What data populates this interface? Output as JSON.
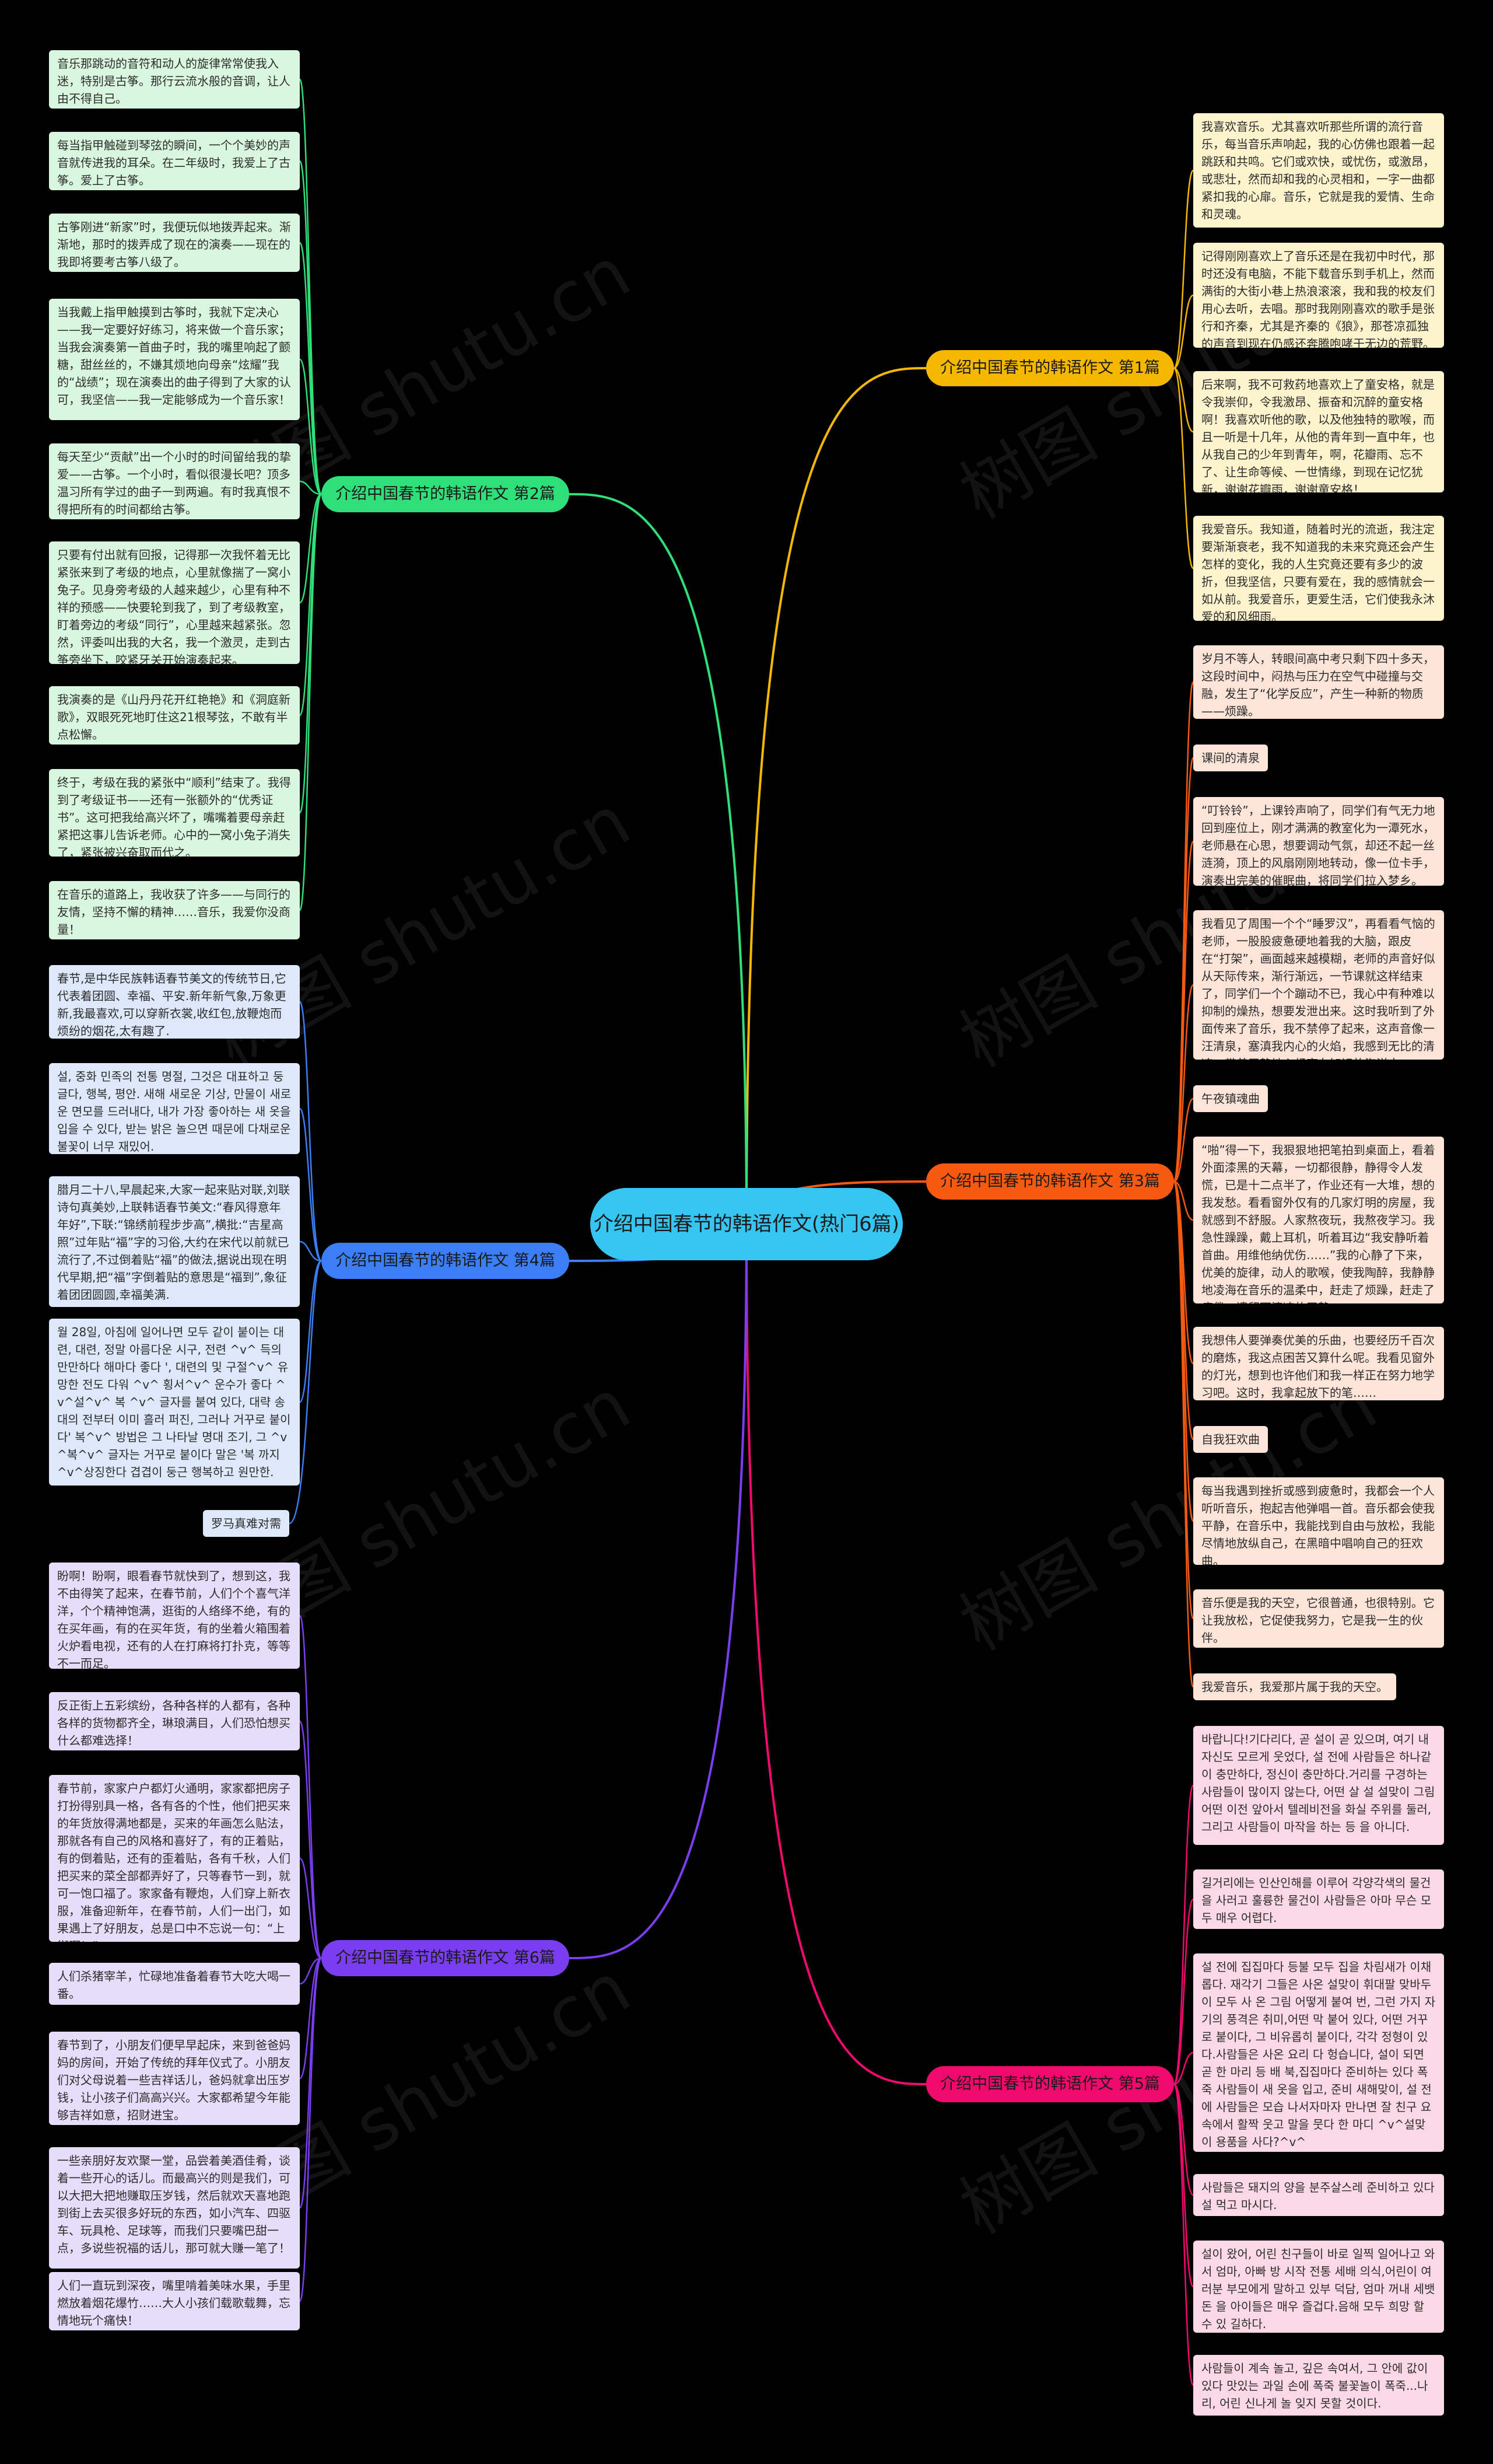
{
  "center": {
    "title": "介绍中国春节的韩语作文(热门6篇)"
  },
  "watermark": "树图 shutu.cn",
  "colors": {
    "center": "#36c5f0",
    "branch1": "#f5b800",
    "branch2": "#2fe07a",
    "branch3": "#f55a10",
    "branch4": "#3b7ef5",
    "branch5": "#f00a6e",
    "branch6": "#7a3df0"
  },
  "branches": [
    {
      "id": 1,
      "label": "介绍中国春节的韩语作文 第1篇",
      "side": "right",
      "color": "#f5b800",
      "leaves": [
        "我喜欢音乐。尤其喜欢听那些所谓的流行音乐，每当音乐声响起，我的心仿佛也跟着一起跳跃和共鸣。它们或欢快，或忧伤，或激昂，或悲壮，然而却和我的心灵相和，一字一曲都紧扣我的心扉。音乐，它就是我的爱情、生命和灵魂。",
        "记得刚刚喜欢上了音乐还是在我初中时代，那时还没有电脑，不能下载音乐到手机上，然而满街的大街小巷上热浪滚滚，我和我的校友们用心去听，去唱。那时我刚刚喜欢的歌手是张行和齐秦，尤其是齐秦的《狼》，那苍凉孤独的声音到现在仍感还奔腾咆哮于无边的荒野。",
        "后来啊，我不可救药地喜欢上了童安格，就是令我崇仰，令我激昂、振奋和沉醉的童安格啊！我喜欢听他的歌，以及他独特的歌喉，而且一听是十几年，从他的青年到一直中年，也从我自己的少年到青年，啊，花瓣雨、忘不了、让生命等候、一世情缘，到现在记忆犹新，谢谢花瓣雨，谢谢童安格！",
        "我爱音乐。我知道，随着时光的流逝，我注定要渐渐衰老，我不知道我的未来究竟还会产生怎样的变化，我的人生究竟还要有多少的波折，但我坚信，只要有爱在，我的感情就会一如从前。我爱音乐，更爱生活，它们使我永沐爱的和风细雨。"
      ]
    },
    {
      "id": 2,
      "label": "介绍中国春节的韩语作文 第2篇",
      "side": "left",
      "color": "#2fe07a",
      "leaves": [
        "音乐那跳动的音符和动人的旋律常常使我入迷，特别是古筝。那行云流水般的音调，让人由不得自己。",
        "每当指甲触碰到琴弦的瞬间，一个个美妙的声音就传进我的耳朵。在二年级时，我爱上了古筝。爱上了古筝。",
        "古筝刚进“新家”时，我便玩似地拨弄起来。渐渐地，那时的拨弄成了现在的演奏——现在的我即将要考古筝八级了。",
        "当我戴上指甲触摸到古筝时，我就下定决心——我一定要好好练习，将来做一个音乐家；当我会演奏第一首曲子时，我的嘴里响起了颤糖，甜丝丝的，不嫌其烦地向母亲“炫耀”我的“战绩”；现在演奏出的曲子得到了大家的认可，我坚信——我一定能够成为一个音乐家！",
        "每天至少“贡献”出一个小时的时间留给我的挚爱——古筝。一个小时，看似很漫长吧？顶多温习所有学过的曲子一到两遍。有时我真恨不得把所有的时间都给古筝。",
        "只要有付出就有回报，记得那一次我怀着无比紧张来到了考级的地点，心里就像揣了一窝小兔子。见身旁考级的人越来越少，心里有种不祥的预感——快要轮到我了，到了考级教室，盯着旁边的考级“同行”，心里越来越紧张。忽然，评委叫出我的大名，我一个激灵，走到古筝旁坐下，咬紧牙关开始演奏起来。",
        "我演奏的是《山丹丹花开红艳艳》和《洞庭新歌》，双眼死死地盯住这21根琴弦，不敢有半点松懈。",
        "终于，考级在我的紧张中“顺利”结束了。我得到了考级证书——还有一张额外的“优秀证书”。这可把我给高兴坏了，嘴嘴着要母亲赶紧把这事儿告诉老师。心中的一窝小兔子消失了，紧张被兴奋取而代之。",
        "在音乐的道路上，我收获了许多——与同行的友情，坚持不懈的精神……音乐，我爱你没商量！"
      ]
    },
    {
      "id": 3,
      "label": "介绍中国春节的韩语作文 第3篇",
      "side": "right",
      "color": "#f55a10",
      "leaves": [
        "岁月不等人，转眼间高中考只剩下四十多天，这段时间中，闷热与压力在空气中碰撞与交融，发生了“化学反应”，产生一种新的物质——烦躁。",
        "课间的清泉",
        "“叮铃铃”，上课铃声响了，同学们有气无力地回到座位上，刚才满满的教室化为一潭死水，老师悬在心思，想要调动气氛，却还不起一丝涟漪，顶上的风扇刚刚地转动，像一位卡手，演奏出完美的催眠曲，将同学们拉入梦乡。",
        "我看见了周围一个个“睡罗汉”，再看看气恼的老师，一股股疲惫硬地着我的大脑，跟皮在“打架”，画面越来越模糊，老师的声音好似从天际传来，渐行渐远，一节课就这样结束了，同学们一个个蹦动不已，我心中有种难以抑制的燥热，想要发泄出来。这时我听到了外面传来了音乐，我不禁停了起来，这声音像一汪清泉，塞滇我内心的火焰，我感到无比的清凉，带着平静地心畅享在知识的海洋中。",
        "午夜镇魂曲",
        "“啪”得一下，我狠狠地把笔拍到桌面上，看着外面漆黑的天幕，一切都很静，静得令人发慌，已是十二点半了，作业还有一大堆，想的我发愁。看看窗外仅有的几家灯明的房屋，我就感到不舒服。人家熬夜玩，我熬夜学习。我急性躁躁，戴上耳机，听着耳边“我安静听着首曲。用维他纳优伤……”我的心静了下来，优美的旋律，动人的歌喉，使我陶醉，我静静地凌海在音乐的温柔中，赶走了烦躁，赶走了疲倦，遗留下清凉的平静。",
        "我想伟人要弹奏优美的乐曲，也要经历千百次的磨炼，我这点困苦又算什么呢。我看见窗外的灯光，想到也许他们和我一样正在努力地学习吧。这时，我拿起放下的笔……",
        "自我狂欢曲",
        "每当我遇到挫折或感到疲惫时，我都会一个人听听音乐，抱起吉他弹唱一首。音乐都会使我平静，在音乐中，我能找到自由与放松，我能尽情地放纵自己，在黑暗中唱响自己的狂欢曲。",
        "音乐便是我的天空，它很普通，也很特别。它让我放松，它促使我努力，它是我一生的伙伴。",
        "我爱音乐，我爱那片属于我的天空。"
      ]
    },
    {
      "id": 4,
      "label": "介绍中国春节的韩语作文 第4篇",
      "side": "left",
      "color": "#3b7ef5",
      "leaves": [
        "春节,是中华民族韩语春节美文的传统节日,它代表着团圆、幸福、平安.新年新气象,万象更新,我最喜欢,可以穿新衣裳,收红包,放鞭炮而烦纷的烟花,太有趣了.",
        "설, 중화 민족의 전통 명절, 그것은 대표하고 둥글다, 행복, 평안. 새해 새로운 기상, 만물이 새로운 면모를 드러내다, 내가 가장 좋아하는 새 옷을 입을 수 있다, 받는 밝은 놀으면 때문에 다채로운 불꽃이 너무 재밌어.",
        "腊月二十八,早晨起来,大家一起来贴对联,刘联诗句真美妙,上联韩语春节美文:“春风得意年年好”,下联:“锦绣前程步步高”,横批:“吉星高照”过年贴“福”字的习俗,大约在宋代以前就已流行了,不过倒着贴“福”的做法,据说出现在明代早期,把“福”字倒着贴的意思是“福到”,象征着团团圆圆,幸福美满.",
        "월 28일, 아침에 일어나면 모두 같이 붙이는 대련, 대련, 정말 아름다운 시구, 전련 ^v^ 득의만만하다 해마다 좋다 ', 대련의 및 구절^v^ 유망한 전도 다워 ^v^ 횡서^v^ 운수가 좋다 ^v^설^v^ 복 ^v^ 글자를 붙여 있다, 대략 송대의 전부터 이미 흘러 퍼진, 그러나 거꾸로 붙이다' 복^v^ 방법은 그 나타날 명대 조기, 그 ^v^복^v^ 글자는 거꾸로 붙이다 말은 '복 까지 ^v^상징한다 겹겹이 둥근 행복하고 원만한.",
        "罗马真难对需"
      ]
    },
    {
      "id": 5,
      "label": "介绍中国春节的韩语作文 第5篇",
      "side": "right",
      "color": "#f00a6e",
      "leaves": [
        "바랍니다!기다리다, 곧 설이 곧 있으며, 여기 내 자신도 모르게 웃었다, 설 전에 사람들은 하나같이 충만하다, 정신이 충만하다.거리를 구경하는 사람들이 많이지 않는다, 어떤 살 설 설맞이 그림 어떤 이전 앞아서 텔레비전을 화실 주위를 둘러, 그리고 사람들이 마작을 하는 등 을 아니다.",
        "길거리에는 인산인해를 이루어 각양각색의 물건을 사러고 훌륭한 물건이 사람들은 아마 무슨 모두 매우 어렵다.",
        "설 전에 집집마다 등불 모두 집을 차림새가 이채롭다. 재각기 그들은 사온 설맞이 휘대팔 맞바두이 모두 사 온 그림 어떻게 붙여 번, 그런 가지 자기의 풍격은 취미,어떤 막 붙어 있다, 어떤 거꾸로 붙이다, 그 비유롭히 붙이다, 각각 정형이 있다.사람들은 사온 요리 다 헝습니다, 설이 되면 곧 한 마리 등 배 북,집집마다 준비하는 있다 폭죽 사람들이 새 옷을 입고, 준비 새해맞이, 설 전에 사람들은 모습 나서자마자 만나면 잘 친구 요 속에서 활짝 웃고 말을 뭇다 한 마디 ^v^설맞이 용품을 사다?^v^",
        "사람들은 돼지의 양을 분주살스레 준비하고 있다 설 먹고 마시다.",
        "설이 왔어, 어린 친구들이 바로 일찍 일어나고 와서 엄마, 아빠 방 시작 전통 세배 의식,어린이 여러분 부모에게 말하고 있부 덕담, 엄마 꺼내 세뱃돈 을 아이들은 매우 즐겁다.음해 모두 희망 할 수 있 길하다.",
        "사람들이 계속 놀고, 깊은 속여서, 그 안에 값이 있다 맛있는 과일 손에 폭죽 불꽃놀이 폭죽...나리, 어린 신나게 놀 잊지 못할 것이다."
      ]
    },
    {
      "id": 6,
      "label": "介绍中国春节的韩语作文 第6篇",
      "side": "left",
      "color": "#7a3df0",
      "leaves": [
        "盼啊！盼啊，眼看春节就快到了，想到这，我不由得笑了起来，在春节前，人们个个喜气洋洋，个个精神饱满，逛街的人络绎不绝，有的在买年画，有的在买年货，有的坐着火箱围着火炉看电视，还有的人在打麻将打扑克，等等不一而足。",
        "反正街上五彩缤纷，各种各样的人都有，各种各样的货物都齐全，琳琅满目，人们恐怕想买什么都难选择！",
        "春节前，家家户户都灯火通明，家家都把房子打扮得别具一格，各有各的个性，他们把买来的年货放得满地都是，买来的年画怎么贴法，那就各有自己的风格和喜好了，有的正着贴，有的倒着贴，还有的歪着贴，各有千秋，人们把买来的菜全部都弄好了，只等春节一到，就可一饱口福了。家家备有鞭炮，人们穿上新衣服，准备迎新年，在春节前，人们一出门，如果遇上了好朋友，总是口中不忘说一句：“上街啊！”",
        "人们杀猪宰羊，忙碌地准备着春节大吃大喝一番。",
        "春节到了，小朋友们便早早起床，来到爸爸妈妈的房间，开始了传统的拜年仪式了。小朋友们对父母说着一些吉祥话儿，爸妈就拿出压岁钱，让小孩子们高高兴兴。大家都希望今年能够吉祥如意，招财进宝。",
        "一些亲朋好友欢聚一堂，品尝着美酒佳肴，谈着一些开心的话儿。而最高兴的则是我们，可以大把大把地赚取压岁钱，然后就欢天喜地跑到街上去买很多好玩的东西，如小汽车、四驱车、玩具枪、足球等，而我们只要嘴巴甜一点，多说些祝福的话儿，那可就大赚一笔了！",
        "人们一直玩到深夜，嘴里啃着美味水果，手里燃放着烟花爆竹……大人小孩们载歌载舞，忘情地玩个痛快！"
      ]
    }
  ]
}
